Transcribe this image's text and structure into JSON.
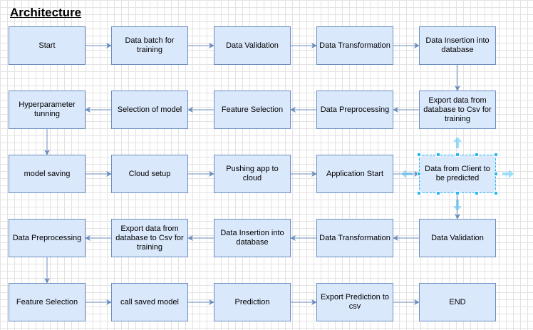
{
  "title": "Architecture",
  "colors": {
    "box_fill": "#dae8fc",
    "box_stroke": "#6c8ebf",
    "connector": "#6c8ebf",
    "selection": "#29b6f2"
  },
  "nodes": [
    {
      "id": "start",
      "label": "Start"
    },
    {
      "id": "data-batch",
      "label": "Data batch for training"
    },
    {
      "id": "data-validation-1",
      "label": "Data Validation"
    },
    {
      "id": "data-transformation-1",
      "label": "Data Transformation"
    },
    {
      "id": "data-insertion-1",
      "label": "Data Insertion into database"
    },
    {
      "id": "hyperparameter",
      "label": "Hyperparameter tunning"
    },
    {
      "id": "model-selection",
      "label": "Selection of  model"
    },
    {
      "id": "feature-selection-1",
      "label": "Feature Selection"
    },
    {
      "id": "data-preprocessing-1",
      "label": "Data Preprocessing"
    },
    {
      "id": "export-data-1",
      "label": "Export data from database to Csv for training"
    },
    {
      "id": "model-saving",
      "label": "model saving"
    },
    {
      "id": "cloud-setup",
      "label": "Cloud setup"
    },
    {
      "id": "pushing-app",
      "label": "Pushing app to cloud"
    },
    {
      "id": "application-start",
      "label": "Application Start"
    },
    {
      "id": "client-data",
      "label": "Data from Client to be predicted"
    },
    {
      "id": "data-preprocessing-2",
      "label": "Data Preprocessing"
    },
    {
      "id": "export-data-2",
      "label": "Export data from database to Csv for training"
    },
    {
      "id": "data-insertion-2",
      "label": "Data Insertion into database"
    },
    {
      "id": "data-transformation-2",
      "label": "Data Transformation"
    },
    {
      "id": "data-validation-2",
      "label": "Data Validation"
    },
    {
      "id": "feature-selection-2",
      "label": "Feature Selection"
    },
    {
      "id": "call-saved-model",
      "label": "call saved model"
    },
    {
      "id": "prediction",
      "label": "Prediction"
    },
    {
      "id": "export-prediction",
      "label": "Export Prediction to csv"
    },
    {
      "id": "end",
      "label": "END"
    }
  ],
  "edges": [
    [
      "start",
      "data-batch"
    ],
    [
      "data-batch",
      "data-validation-1"
    ],
    [
      "data-validation-1",
      "data-transformation-1"
    ],
    [
      "data-transformation-1",
      "data-insertion-1"
    ],
    [
      "data-insertion-1",
      "export-data-1"
    ],
    [
      "export-data-1",
      "data-preprocessing-1"
    ],
    [
      "data-preprocessing-1",
      "feature-selection-1"
    ],
    [
      "feature-selection-1",
      "model-selection"
    ],
    [
      "model-selection",
      "hyperparameter"
    ],
    [
      "hyperparameter",
      "model-saving"
    ],
    [
      "model-saving",
      "cloud-setup"
    ],
    [
      "cloud-setup",
      "pushing-app"
    ],
    [
      "pushing-app",
      "application-start"
    ],
    [
      "application-start",
      "client-data"
    ],
    [
      "client-data",
      "data-validation-2"
    ],
    [
      "data-validation-2",
      "data-transformation-2"
    ],
    [
      "data-transformation-2",
      "data-insertion-2"
    ],
    [
      "data-insertion-2",
      "export-data-2"
    ],
    [
      "export-data-2",
      "data-preprocessing-2"
    ],
    [
      "data-preprocessing-2",
      "feature-selection-2"
    ],
    [
      "feature-selection-2",
      "call-saved-model"
    ],
    [
      "call-saved-model",
      "prediction"
    ],
    [
      "prediction",
      "export-prediction"
    ],
    [
      "export-prediction",
      "end"
    ]
  ],
  "selected_node": "client-data"
}
